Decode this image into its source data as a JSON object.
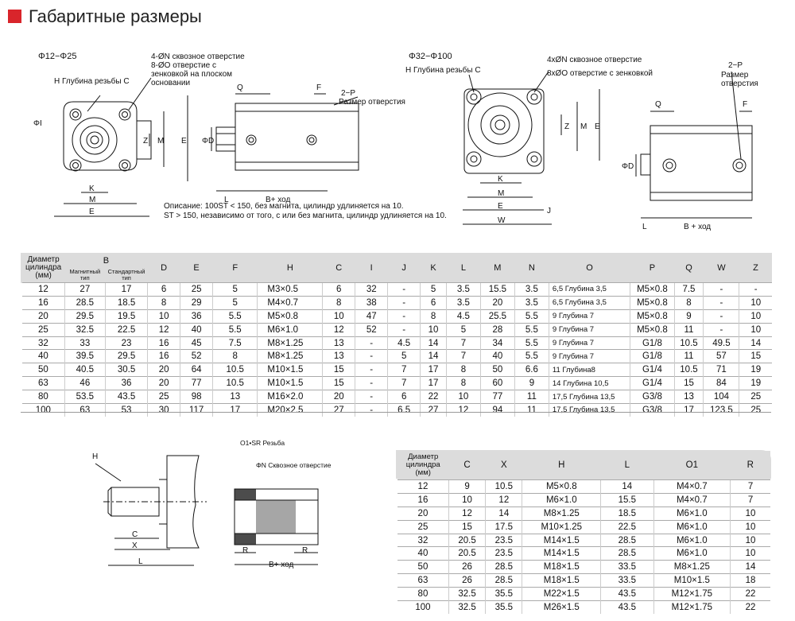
{
  "title": "Габаритные размеры",
  "drawing_small": {
    "range": "Φ12−Φ25",
    "hole_note_1": "4-ØN сквозное отверстие",
    "hole_note_2": "8-ØO отверстие с",
    "hole_note_3": "зенковкой на плоском",
    "hole_note_4": "основании",
    "thread": "H Глубина резьбы C",
    "port_1": "2−P",
    "port_2": "Размер отверстия",
    "dims": {
      "Q": "Q",
      "F": "F",
      "phiI": "ΦI",
      "Z": "Z",
      "M": "M",
      "E": "E",
      "K": "K",
      "M2": "M",
      "E2": "E",
      "phiD": "ΦD",
      "L": "L",
      "B": "B+ ход"
    }
  },
  "drawing_large": {
    "range": "Φ32−Φ100",
    "hole_note_1": "4xØN сквозное отверстие",
    "hole_note_2": "8xØO отверстие с зенковкой",
    "thread": "H Глубина резьбы C",
    "port_1": "2−P",
    "port_2": "Размер",
    "port_3": "отверстия",
    "dims": {
      "Q": "Q",
      "F": "F",
      "Z": "Z",
      "M": "M",
      "E": "E",
      "K": "K",
      "M2": "M",
      "E2": "E",
      "J": "J",
      "W": "W",
      "phiD": "ΦD",
      "L": "L",
      "B": "B + ход"
    }
  },
  "note_1": "Описание: 100ST < 150, без магнита, цилиндр удлиняется на 10.",
  "note_2": "ST > 150, независимо от того, с или без магнита, цилиндр удлиняется на 10.",
  "table_main": {
    "head_bore": "Диаметр цилиндра (мм)",
    "head_b": "B",
    "head_b_mag": "Магнитный тип",
    "head_b_std": "Стандартный тип",
    "cols": [
      "D",
      "E",
      "F",
      "H",
      "C",
      "I",
      "J",
      "K",
      "L",
      "M",
      "N",
      "O",
      "P",
      "Q",
      "W",
      "Z"
    ],
    "rows": [
      [
        "12",
        "27",
        "17",
        "6",
        "25",
        "5",
        "M3×0.5",
        "6",
        "32",
        "-",
        "5",
        "3.5",
        "15.5",
        "3.5",
        "6,5 Глубина 3,5",
        "M5×0.8",
        "7.5",
        "-",
        "-"
      ],
      [
        "16",
        "28.5",
        "18.5",
        "8",
        "29",
        "5",
        "M4×0.7",
        "8",
        "38",
        "-",
        "6",
        "3.5",
        "20",
        "3.5",
        "6,5 Глубина 3,5",
        "M5×0.8",
        "8",
        "-",
        "10"
      ],
      [
        "20",
        "29.5",
        "19.5",
        "10",
        "36",
        "5.5",
        "M5×0.8",
        "10",
        "47",
        "-",
        "8",
        "4.5",
        "25.5",
        "5.5",
        "9 Глубина 7",
        "M5×0.8",
        "9",
        "-",
        "10"
      ],
      [
        "25",
        "32.5",
        "22.5",
        "12",
        "40",
        "5.5",
        "M6×1.0",
        "12",
        "52",
        "-",
        "10",
        "5",
        "28",
        "5.5",
        "9 Глубина 7",
        "M5×0.8",
        "11",
        "-",
        "10"
      ],
      [
        "32",
        "33",
        "23",
        "16",
        "45",
        "7.5",
        "M8×1.25",
        "13",
        "-",
        "4.5",
        "14",
        "7",
        "34",
        "5.5",
        "9 Глубина 7",
        "G1/8",
        "10.5",
        "49.5",
        "14"
      ],
      [
        "40",
        "39.5",
        "29.5",
        "16",
        "52",
        "8",
        "M8×1.25",
        "13",
        "-",
        "5",
        "14",
        "7",
        "40",
        "5.5",
        "9 Глубина 7",
        "G1/8",
        "11",
        "57",
        "15"
      ],
      [
        "50",
        "40.5",
        "30.5",
        "20",
        "64",
        "10.5",
        "M10×1.5",
        "15",
        "-",
        "7",
        "17",
        "8",
        "50",
        "6.6",
        "11 Глубина8",
        "G1/4",
        "10.5",
        "71",
        "19"
      ],
      [
        "63",
        "46",
        "36",
        "20",
        "77",
        "10.5",
        "M10×1.5",
        "15",
        "-",
        "7",
        "17",
        "8",
        "60",
        "9",
        "14 Глубина 10,5",
        "G1/4",
        "15",
        "84",
        "19"
      ],
      [
        "80",
        "53.5",
        "43.5",
        "25",
        "98",
        "13",
        "M16×2.0",
        "20",
        "-",
        "6",
        "22",
        "10",
        "77",
        "11",
        "17,5 Глубина 13,5",
        "G3/8",
        "13",
        "104",
        "25"
      ],
      [
        "100",
        "63",
        "53",
        "30",
        "117",
        "17",
        "M20×2.5",
        "27",
        "-",
        "6.5",
        "27",
        "12",
        "94",
        "11",
        "17,5 Глубина 13,5",
        "G3/8",
        "17",
        "123.5",
        "25"
      ]
    ]
  },
  "drawing_rod": {
    "H": "H",
    "C": "C",
    "X": "X",
    "L": "L",
    "o1": "O1•SR Резьба",
    "hole": "ΦN Сквозное отверстие",
    "R": "R",
    "B": "B+ ход"
  },
  "table_rod": {
    "head_bore": "Диаметр цилиндра (мм)",
    "cols": [
      "C",
      "X",
      "H",
      "L",
      "O1",
      "R"
    ],
    "rows": [
      [
        "12",
        "9",
        "10.5",
        "M5×0.8",
        "14",
        "M4×0.7",
        "7"
      ],
      [
        "16",
        "10",
        "12",
        "M6×1.0",
        "15.5",
        "M4×0.7",
        "7"
      ],
      [
        "20",
        "12",
        "14",
        "M8×1.25",
        "18.5",
        "M6×1.0",
        "10"
      ],
      [
        "25",
        "15",
        "17.5",
        "M10×1.25",
        "22.5",
        "M6×1.0",
        "10"
      ],
      [
        "32",
        "20.5",
        "23.5",
        "M14×1.5",
        "28.5",
        "M6×1.0",
        "10"
      ],
      [
        "40",
        "20.5",
        "23.5",
        "M14×1.5",
        "28.5",
        "M6×1.0",
        "10"
      ],
      [
        "50",
        "26",
        "28.5",
        "M18×1.5",
        "33.5",
        "M8×1.25",
        "14"
      ],
      [
        "63",
        "26",
        "28.5",
        "M18×1.5",
        "33.5",
        "M10×1.5",
        "18"
      ],
      [
        "80",
        "32.5",
        "35.5",
        "M22×1.5",
        "43.5",
        "M12×1.75",
        "22"
      ],
      [
        "100",
        "32.5",
        "35.5",
        "M26×1.5",
        "43.5",
        "M12×1.75",
        "22"
      ]
    ]
  },
  "colors": {
    "accent": "#d9252b",
    "header": "#dcdcdc"
  }
}
